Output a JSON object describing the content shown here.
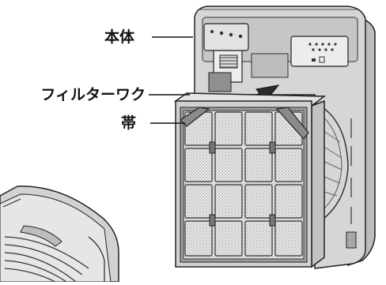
{
  "labels": {
    "body": "本体",
    "filter_frame": "フィルターワク",
    "band": "帯"
  }
}
